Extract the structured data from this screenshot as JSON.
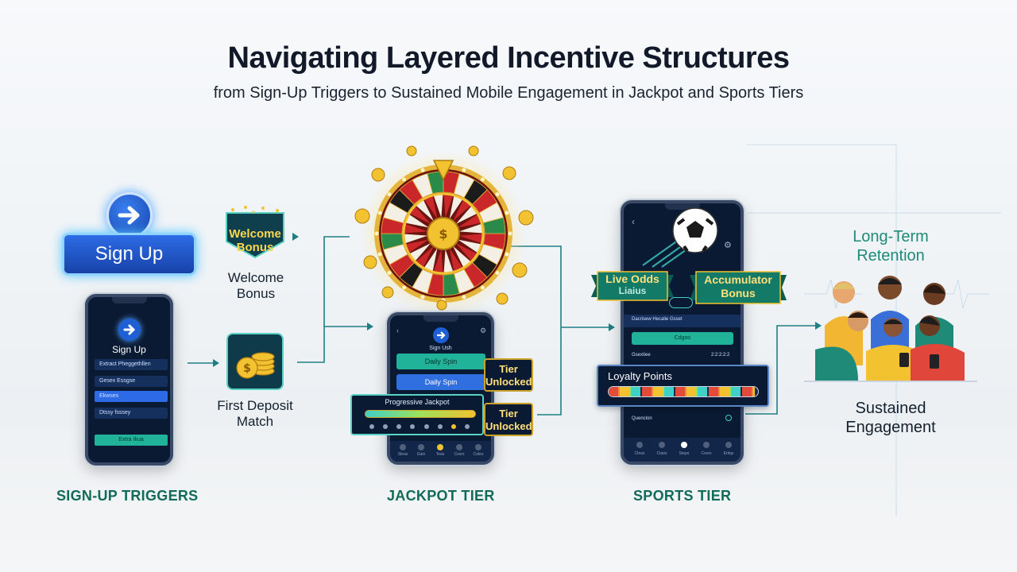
{
  "title": "Navigating Layered Incentive Structures",
  "subtitle": "from Sign-Up Triggers to Sustained Mobile Engagement in Jackpot and Sports Tiers",
  "signup": {
    "button_label": "Sign Up",
    "phone_title": "Sign Up",
    "phone_fields": [
      "Extract Pheggethllen",
      "Gesex Essgse",
      "Ekwses",
      "Dtssy fsssey"
    ],
    "phone_submit": "Extra Ikua",
    "section_label": "SIGN-UP TRIGGERS"
  },
  "incentives": {
    "welcome_badge": [
      "Welcome",
      "Bonus"
    ],
    "welcome_label": [
      "Welcome",
      "Bonus"
    ],
    "deposit_label": [
      "First Deposit",
      "Match"
    ]
  },
  "jackpot": {
    "phone_title": "Sign Ush",
    "daily_spin_1": "Daily Spin",
    "daily_spin_2": "Daily Spin",
    "progressive_label": "Progressive Jackpot",
    "tier_tag_1": [
      "Tier",
      "Unlocked"
    ],
    "tier_tag_2": [
      "Tier",
      "Unlocked"
    ],
    "section_label": "JACKPOT TIER",
    "nav_items": [
      "Sleas",
      "Gaio",
      "Teas",
      "Cesrs",
      "Cotes"
    ]
  },
  "sports": {
    "live_odds": [
      "Live Odds",
      "Liaius"
    ],
    "accumulator": [
      "Accumulator",
      "Bonus"
    ],
    "row_1": "Dacrisew Hecalie Gsset",
    "row_2_btn": "Cdgoo",
    "row_3_left": "Gsextiee",
    "row_3_right": "2:2:2:2:2",
    "loyalty_label": "Loyalty Points",
    "loyalty_progress": 0.98,
    "row_4": "Quenclon",
    "section_label": "SPORTS TIER",
    "nav_items": [
      "Cleas",
      "Ctaes",
      "Steps",
      "Cesrs",
      "Eritqs"
    ]
  },
  "retention": {
    "title": [
      "Long-Term",
      "Retention"
    ],
    "caption": [
      "Sustained",
      "Engagement"
    ]
  },
  "colors": {
    "teal": "#1f8a78",
    "navy": "#0b1a33",
    "gold": "#f2c230",
    "blue": "#2f6fe0"
  }
}
